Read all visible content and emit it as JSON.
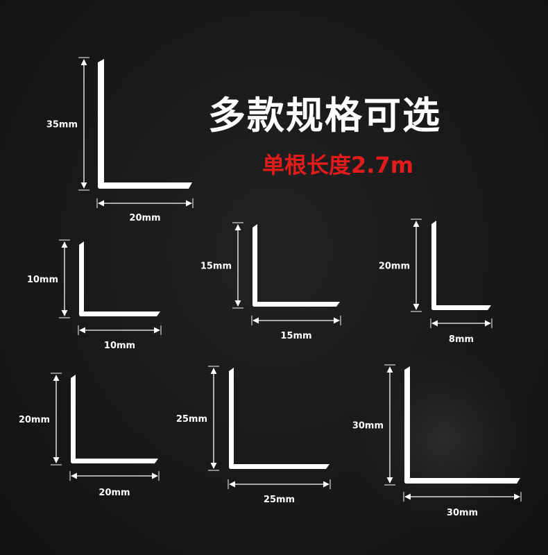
{
  "header": {
    "title": "多款规格可选",
    "subtitle": "单根长度2.7m"
  },
  "colors": {
    "background": "#161616",
    "profile": "#ffffff",
    "accent_red": "#e21b1b"
  },
  "profiles": [
    {
      "id": "35x20",
      "height_label": "35mm",
      "width_label": "20mm"
    },
    {
      "id": "10x10",
      "height_label": "10mm",
      "width_label": "10mm"
    },
    {
      "id": "15x15",
      "height_label": "15mm",
      "width_label": "15mm"
    },
    {
      "id": "20x8",
      "height_label": "20mm",
      "width_label": "8mm"
    },
    {
      "id": "20x20",
      "height_label": "20mm",
      "width_label": "20mm"
    },
    {
      "id": "25x25",
      "height_label": "25mm",
      "width_label": "25mm"
    },
    {
      "id": "30x30",
      "height_label": "30mm",
      "width_label": "30mm"
    }
  ]
}
